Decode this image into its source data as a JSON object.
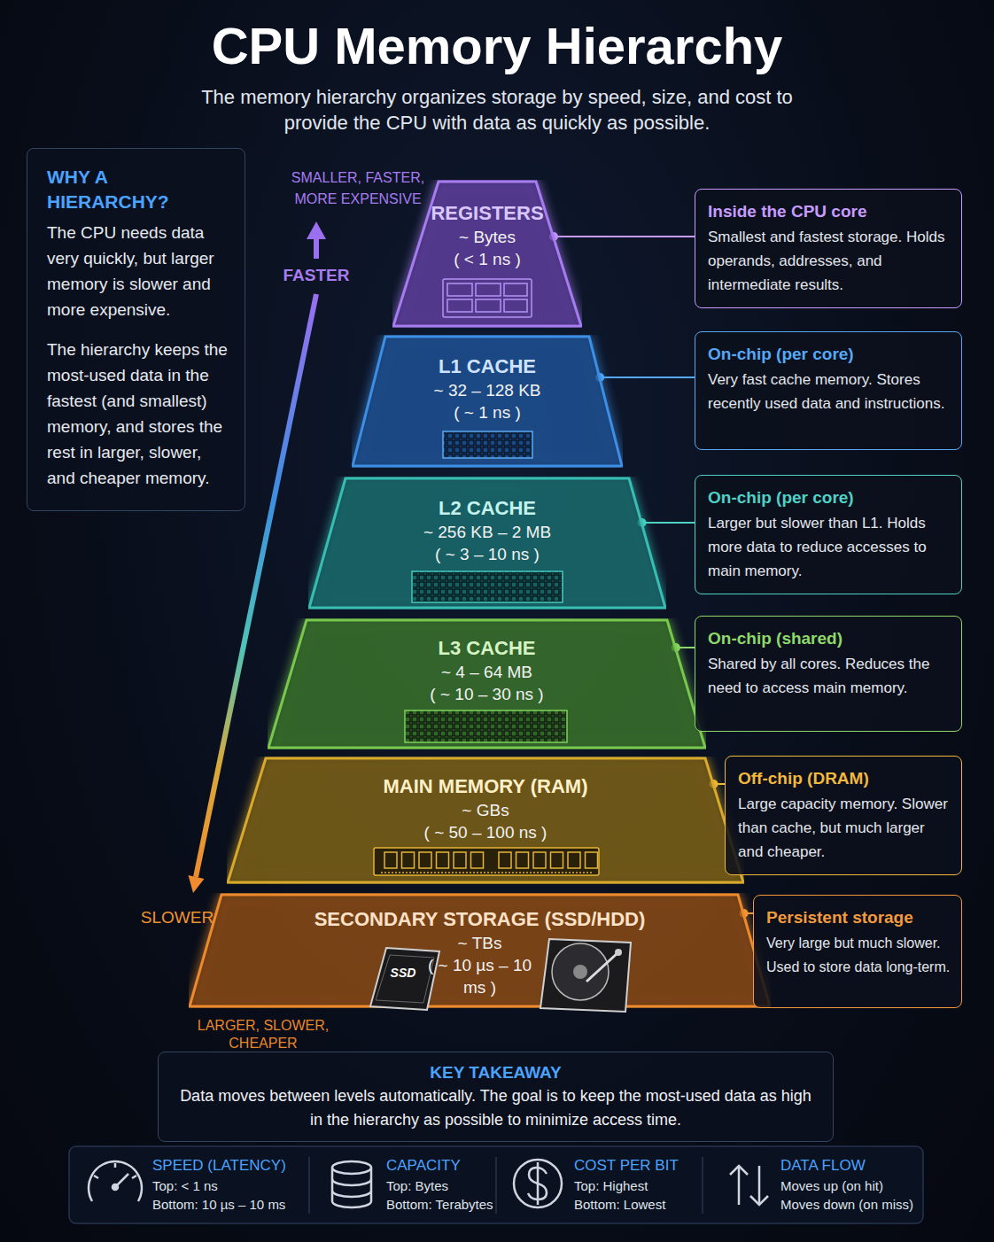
{
  "diagram": {
    "title": "CPU Memory Hierarchy",
    "caption": "The memory hierarchy organizes storage by speed, size, and cost to provide the CPU with data as quickly as possible.",
    "nodes": [
      {
        "text": [
          "WHY A HIERARCHY?",
          "The CPU needs data very quickly, but larger memory is slower and more expensive.",
          "The hierarchy keeps the most-used data in the fastest (and smallest) memory, and stores the rest in larger, slower, and cheaper memory."
        ]
      },
      {
        "text": [
          "REGISTERS",
          "~ Bytes",
          "( < 1 ns )"
        ]
      },
      {
        "text": [
          "L1 CACHE",
          "~ 32 – 128 KB",
          "( ~ 1 ns )"
        ]
      },
      {
        "text": [
          "L2 CACHE",
          "~ 256 KB – 2 MB",
          "( ~ 3 – 10 ns )"
        ]
      },
      {
        "text": [
          "L3 CACHE",
          "~ 4 – 64 MB",
          "( ~ 10 – 30 ns )"
        ]
      },
      {
        "text": [
          "MAIN MEMORY (RAM)",
          "~ GBs",
          "( ~ 50 – 100 ns )"
        ]
      },
      {
        "text": [
          "SECONDARY STORAGE (SSD/HDD)",
          "~ TBs",
          "( ~ 10 µs – 10 ms )"
        ]
      },
      {
        "text": [
          "Inside the CPU core",
          "Smallest and fastest storage. Holds operands, addresses, and intermediate results."
        ]
      },
      {
        "text": [
          "On-chip (per core)",
          "Very fast cache memory. Stores recently used data and instructions."
        ]
      },
      {
        "text": [
          "On-chip (per core)",
          "Larger but slower than L1. Holds more data to reduce accesses to main memory."
        ]
      },
      {
        "text": [
          "On-chip (shared)",
          "Shared by all cores. Reduces the need to access main memory."
        ]
      },
      {
        "text": [
          "Off-chip (DRAM)",
          "Large capacity memory. Slower than cache, but much larger and cheaper."
        ]
      },
      {
        "text": [
          "Persistent storage",
          "Very large but much slower. Used to store data long-term."
        ]
      },
      {
        "text": [
          "KEY TAKEAWAY",
          "Data moves between levels automatically. The goal is to keep the most-used data as high in the hierarchy as possible to minimize access time."
        ]
      },
      {
        "text": [
          "SPEED (LATENCY)",
          "Top: < 1 ns",
          "Bottom: 10 µs – 10 ms"
        ]
      },
      {
        "text": [
          "CAPACITY",
          "Top: Bytes",
          "Bottom: Terabytes"
        ]
      },
      {
        "text": [
          "COST PER BIT",
          "Top: Highest",
          "Bottom: Lowest"
        ]
      },
      {
        "text": [
          "DATA FLOW",
          "Moves up (on hit)",
          "Moves down (on miss)"
        ]
      }
    ],
    "edges": [
      {
        "from": 1,
        "to": 7,
        "arrow": "none"
      },
      {
        "from": 2,
        "to": 8,
        "arrow": "none"
      },
      {
        "from": 3,
        "to": 9,
        "arrow": "none"
      },
      {
        "from": 4,
        "to": 10,
        "arrow": "none"
      },
      {
        "from": 5,
        "to": 11,
        "arrow": "none"
      },
      {
        "from": 6,
        "to": 12,
        "arrow": "none"
      }
    ],
    "labels": [
      "SMALLER, FASTER, MORE EXPENSIVE",
      "FASTER",
      "SLOWER",
      "LARGER, SLOWER, CHEAPER",
      "SSD"
    ]
  }
}
